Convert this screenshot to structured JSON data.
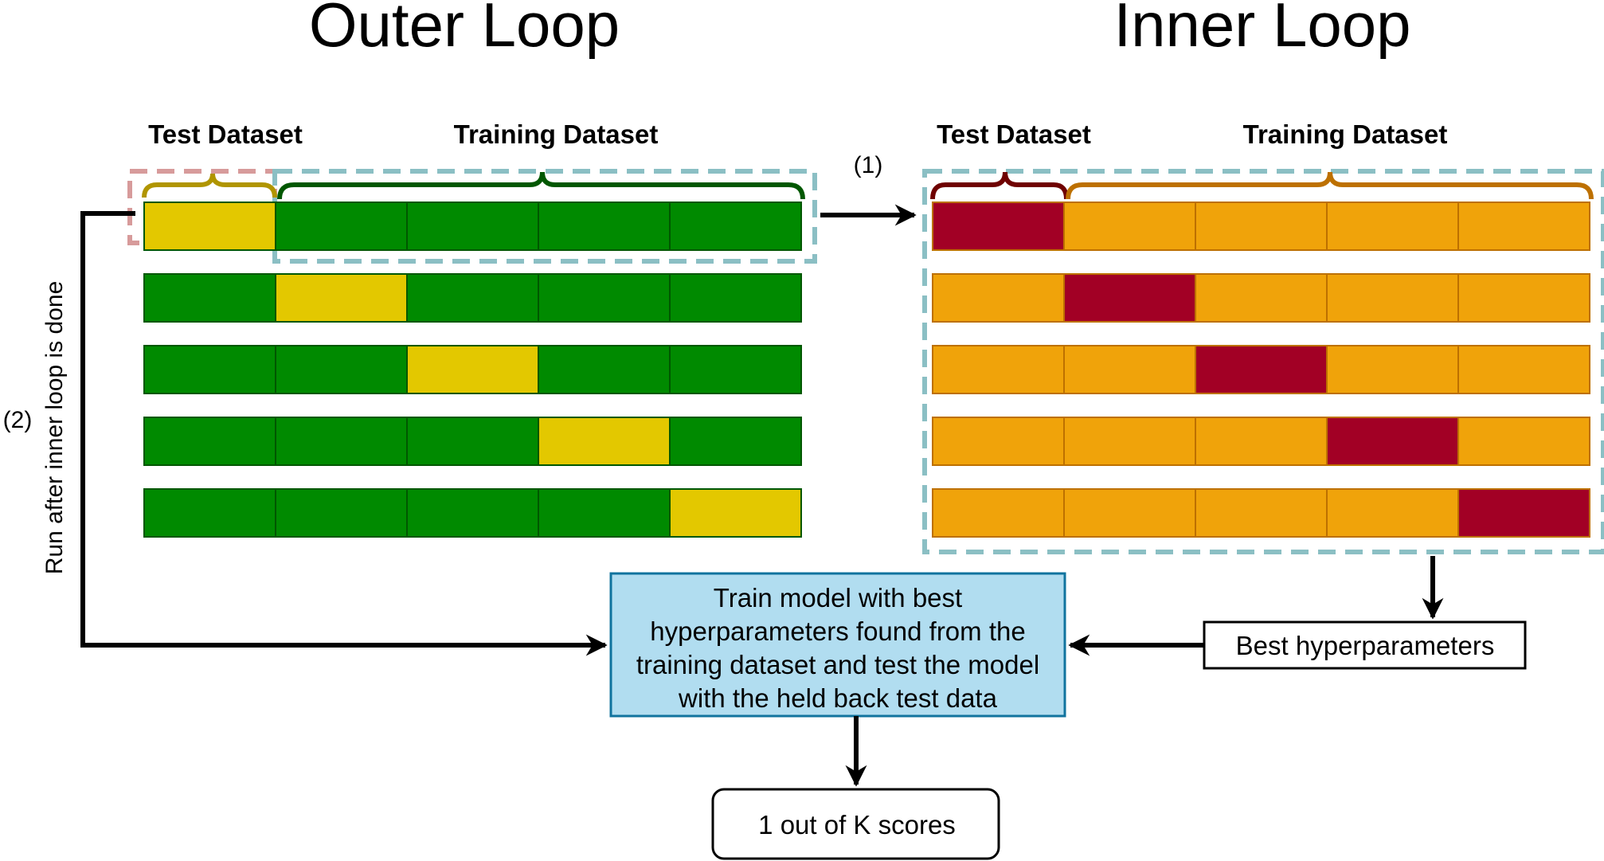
{
  "titles": {
    "outer": "Outer Loop",
    "inner": "Inner Loop"
  },
  "outer": {
    "test_label": "Test Dataset",
    "train_label": "Training Dataset",
    "rows": [
      [
        "test",
        "train",
        "train",
        "train",
        "train"
      ],
      [
        "train",
        "test",
        "train",
        "train",
        "train"
      ],
      [
        "train",
        "train",
        "test",
        "train",
        "train"
      ],
      [
        "train",
        "train",
        "train",
        "test",
        "train"
      ],
      [
        "train",
        "train",
        "train",
        "train",
        "test"
      ]
    ]
  },
  "inner": {
    "test_label": "Test Dataset",
    "train_label": "Training Dataset",
    "rows": [
      [
        "test",
        "train",
        "train",
        "train",
        "train"
      ],
      [
        "train",
        "test",
        "train",
        "train",
        "train"
      ],
      [
        "train",
        "train",
        "test",
        "train",
        "train"
      ],
      [
        "train",
        "train",
        "train",
        "test",
        "train"
      ],
      [
        "train",
        "train",
        "train",
        "train",
        "test"
      ]
    ]
  },
  "step1_label": "(1)",
  "step2_label": "(2)",
  "loop_note": "Run after inner loop is done",
  "train_box_lines": [
    "Train model with best",
    "hyperparameters found from the",
    "training dataset and test the model",
    "with the held back test data"
  ],
  "best_hyper_label": "Best hyperparameters",
  "result_label": "1 out of K scores",
  "colors": {
    "outer_test": "#e3c800",
    "outer_train": "#008a00",
    "inner_test": "#a20025",
    "inner_train": "#f0a30a",
    "outer_test_brace": "#b09500",
    "outer_train_brace": "#005700",
    "inner_test_brace": "#6f0000",
    "inner_train_brace": "#bd7000",
    "dash_red": "#d79b9b",
    "dash_teal": "#8bbfc4",
    "train_box_fill": "#b1ddf0",
    "train_box_stroke": "#10739e"
  }
}
